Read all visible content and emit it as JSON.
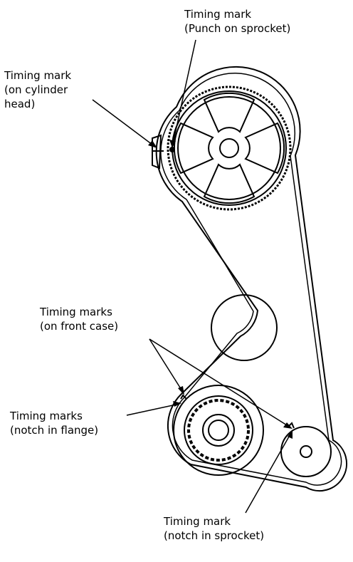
{
  "labels": {
    "punch_mark": {
      "line1": "Timing mark",
      "line2": "(Punch on sprocket)"
    },
    "head_mark": {
      "line1": "Timing mark",
      "line2": "(on cylinder",
      "line3": "head)"
    },
    "front_case_marks": {
      "line1": "Timing marks",
      "line2": "(on front case)"
    },
    "flange_marks": {
      "line1": "Timing marks",
      "line2": "(notch in flange)"
    },
    "sprocket_notch": {
      "line1": "Timing mark",
      "line2": "(notch in sprocket)"
    }
  },
  "colors": {
    "ink": "#000000",
    "paper": "#ffffff"
  }
}
